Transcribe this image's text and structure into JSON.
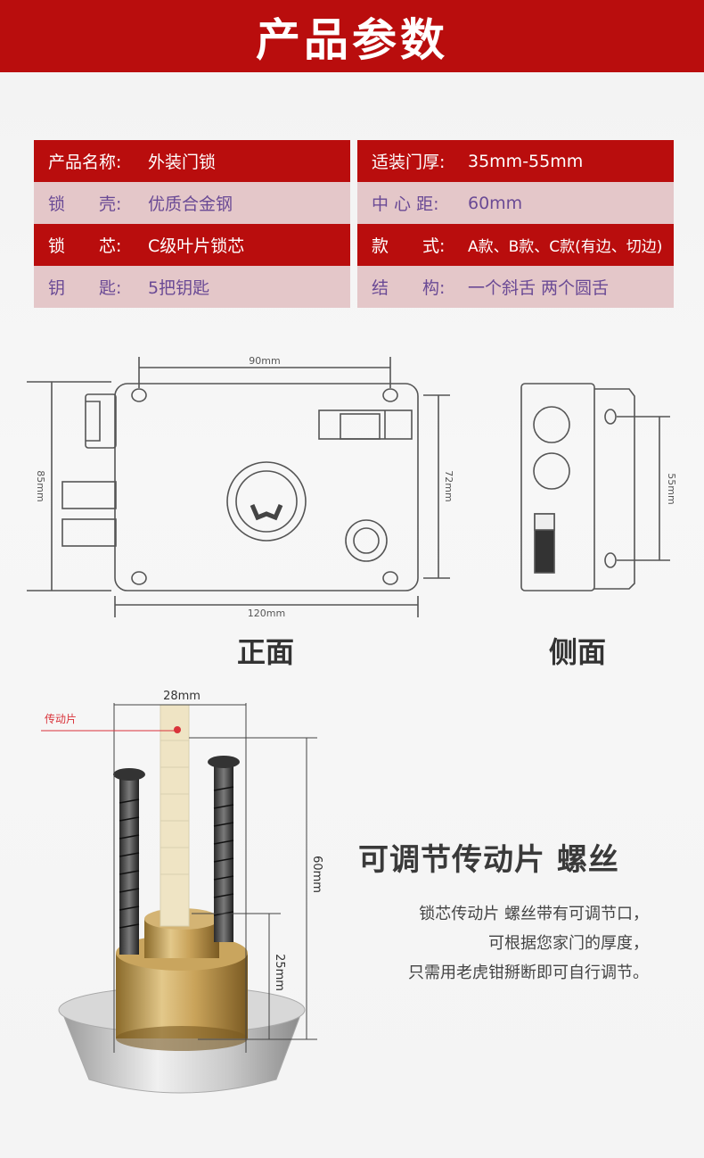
{
  "header": {
    "title": "产品参数"
  },
  "specs": {
    "left": [
      {
        "label": "产品名称:",
        "value": "外装门锁"
      },
      {
        "label": "锁　　壳:",
        "value": "优质合金钢"
      },
      {
        "label": "锁　　芯:",
        "value": "C级叶片锁芯"
      },
      {
        "label": "钥　　匙:",
        "value": "5把钥匙"
      }
    ],
    "right": [
      {
        "label": "适装门厚:",
        "value": "35mm-55mm"
      },
      {
        "label": "中 心 距:",
        "value": "60mm"
      },
      {
        "label": "款　　式:",
        "value": "A款、B款、C款(有边、切边)"
      },
      {
        "label": "结　　构:",
        "value": "一个斜舌 两个圆舌"
      }
    ]
  },
  "diagram": {
    "front": {
      "width_label": "90mm",
      "height_label": "85mm",
      "inner_height_label": "72mm",
      "bottom_width_label": "120mm",
      "caption": "正面"
    },
    "side": {
      "distance_label": "55mm",
      "caption": "侧面"
    }
  },
  "photo": {
    "top_dim_label": "28mm",
    "part_label": "传动片",
    "height_dim_label": "60mm",
    "short_dim_label": "25mm"
  },
  "feature": {
    "title": "可调节传动片 螺丝",
    "lines": [
      "锁芯传动片 螺丝带有可调节口，",
      "可根据您家门的厚度，",
      "只需用老虎钳掰断即可自行调节。"
    ]
  },
  "colors": {
    "brand_red": "#b90d0d",
    "row_pink": "#e4c7c9",
    "pink_text": "#6a4a95"
  }
}
